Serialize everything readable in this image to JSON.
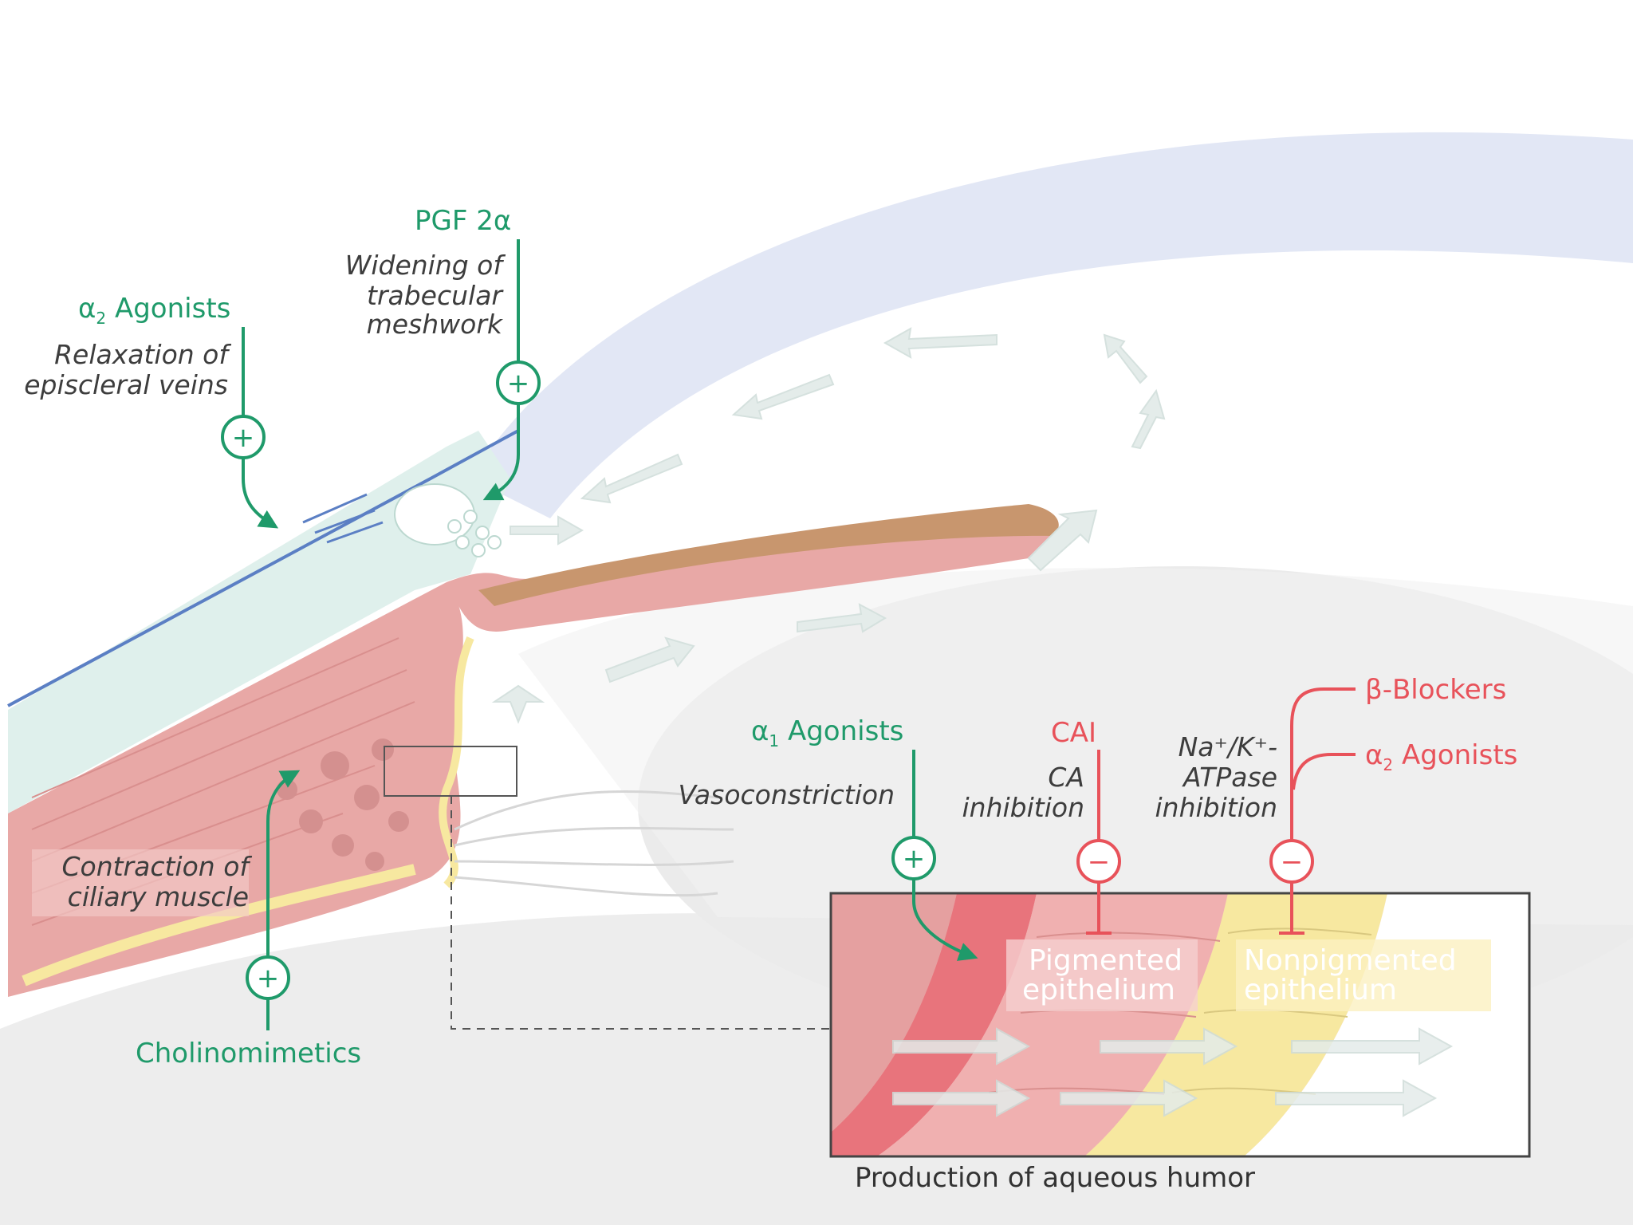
{
  "colors": {
    "stimulate": "#1f9a6a",
    "inhibit": "#e8525a",
    "cornea": "#e2e7f5",
    "ciliary": "#e8a8a6",
    "iris_top": "#c8966e",
    "epithelium_yellow": "#f7e8a0",
    "vein": "#5b7fc4",
    "flow_arrow": "#e4ecea"
  },
  "labels": {
    "pgf": {
      "drug": "PGF 2α",
      "effect_lines": [
        "Widening of",
        "trabecular",
        "meshwork"
      ],
      "sign": "+"
    },
    "a2_outflow": {
      "drug_prefix": "α",
      "drug_sub": "2",
      "drug_suffix": " Agonists",
      "effect_lines": [
        "Relaxation of",
        "episcleral veins"
      ],
      "sign": "+"
    },
    "cholino": {
      "drug": "Cholinomimetics",
      "effect_lines": [
        "Contraction of",
        "ciliary muscle"
      ],
      "sign": "+"
    },
    "a1": {
      "drug_prefix": "α",
      "drug_sub": "1",
      "drug_suffix": " Agonists",
      "effect": "Vasoconstriction",
      "sign": "+"
    },
    "cai": {
      "drug": "CAI",
      "effect_lines": [
        "CA",
        "inhibition"
      ],
      "sign": "−"
    },
    "beta": {
      "drug": "β-Blockers"
    },
    "a2_production": {
      "drug_prefix": "α",
      "drug_sub": "2",
      "drug_suffix": " Agonists",
      "sign": "−"
    },
    "atpase": {
      "effect_line1": "Na⁺/K⁺-",
      "effect_line2": "ATPase",
      "effect_line3": "inhibition"
    },
    "inset": {
      "pigmented_lines": [
        "Pigmented",
        "epithelium"
      ],
      "nonpigmented_lines": [
        "Nonpigmented",
        "epithelium"
      ],
      "caption": "Production of aqueous humor"
    }
  }
}
